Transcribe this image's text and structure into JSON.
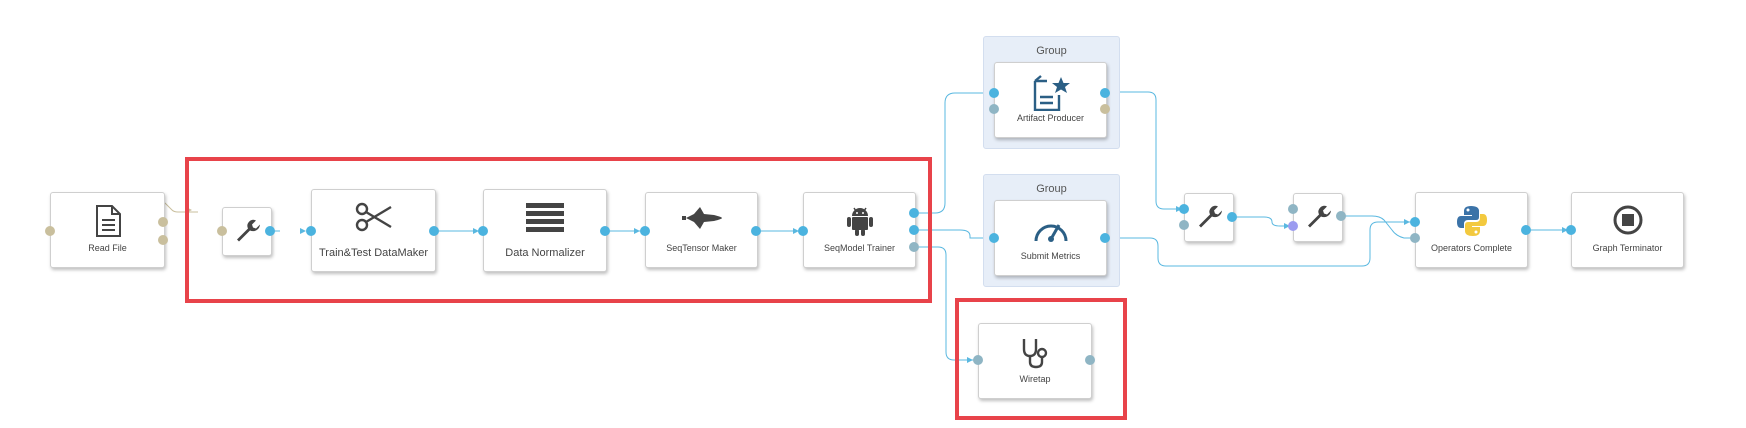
{
  "groups": [
    {
      "label": "Group"
    },
    {
      "label": "Group"
    }
  ],
  "nodes": {
    "read_file": "Read File",
    "train_test": "Train&Test DataMaker",
    "data_normalizer": "Data Normalizer",
    "seqtensor": "SeqTensor Maker",
    "seqmodel": "SeqModel Trainer",
    "artifact": "Artifact Producer",
    "submit": "Submit Metrics",
    "wiretap": "Wiretap",
    "operators": "Operators Complete",
    "terminator": "Graph Terminator"
  },
  "colors": {
    "port_blue": "#4bb3df",
    "port_tan": "#c9bf9d",
    "port_gray": "#8fb5c4",
    "port_purple": "#9c9cf0",
    "edge_blue": "#5ab8e0",
    "edge_tan": "#c9bf9d",
    "highlight": "#e8434a",
    "icon": "#444444"
  },
  "icons": {
    "read_file": "document-icon",
    "wrench": "wrench-icon",
    "train_test": "scissors-icon",
    "data_normalizer": "bars-icon",
    "seqtensor": "shuttle-icon",
    "seqmodel": "android-icon",
    "artifact": "document-star-icon",
    "submit": "gauge-icon",
    "wiretap": "stethoscope-icon",
    "operators": "python-icon",
    "terminator": "stop-icon"
  }
}
